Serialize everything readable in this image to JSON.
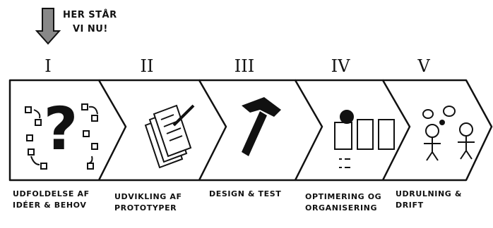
{
  "marker": {
    "line1": "HER STÅR",
    "line2": "VI NU!"
  },
  "stages": [
    {
      "numeral": "I",
      "label_lines": [
        "UDFOLDELSE AF",
        "IDÉER & BEHOV"
      ]
    },
    {
      "numeral": "II",
      "label_lines": [
        "UDVIKLING AF",
        "PROTOTYPER"
      ]
    },
    {
      "numeral": "III",
      "label_lines": [
        "DESIGN & TEST"
      ]
    },
    {
      "numeral": "IV",
      "label_lines": [
        "OPTIMERING OG",
        "ORGANISERING"
      ]
    },
    {
      "numeral": "V",
      "label_lines": [
        "UDRULNING &",
        "DRIFT"
      ]
    }
  ]
}
